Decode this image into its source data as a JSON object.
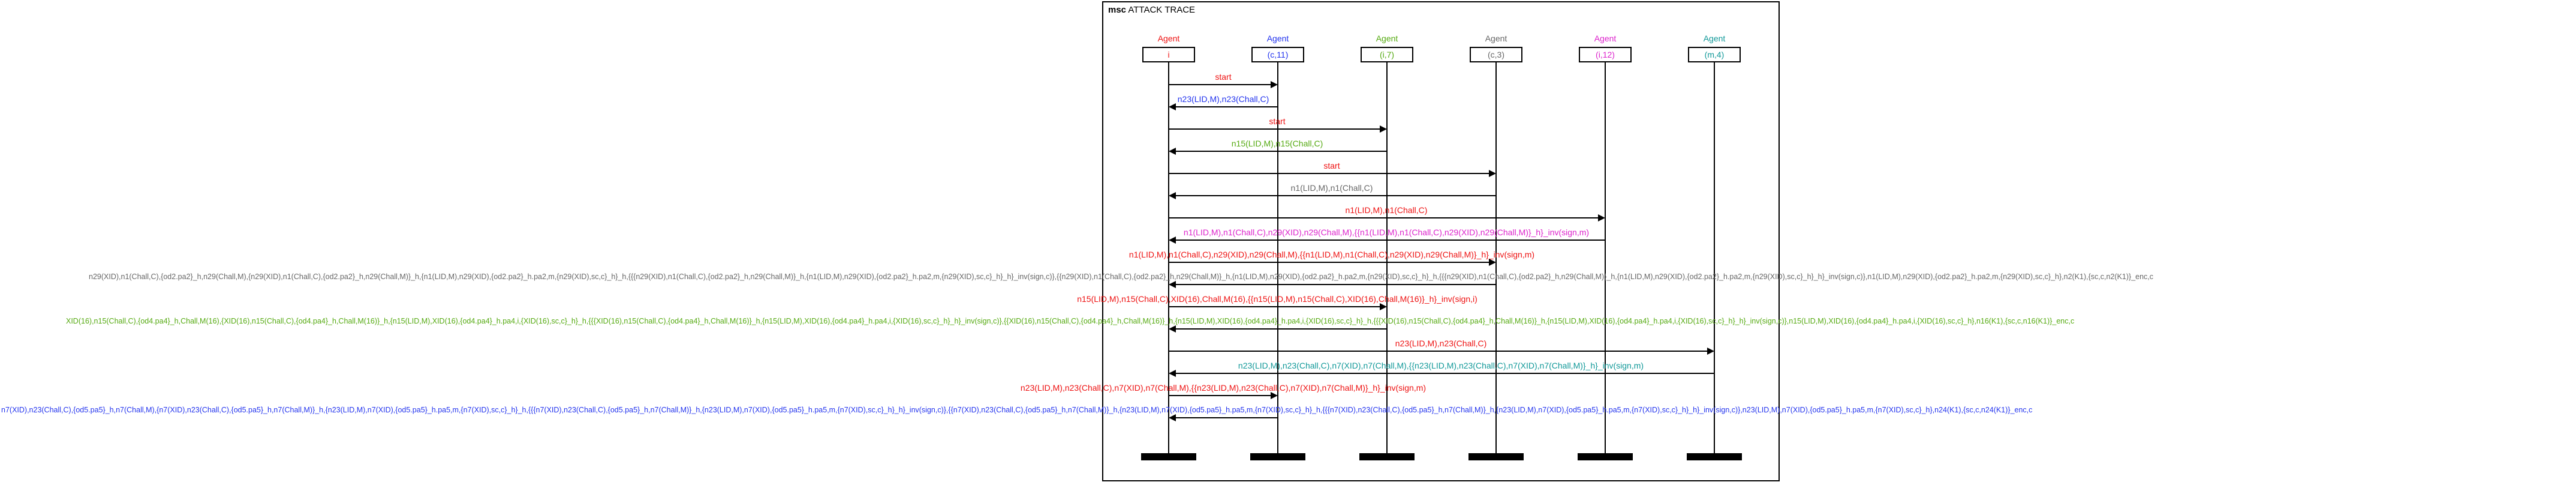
{
  "title_bold": "msc",
  "title_rest": " ATTACK TRACE",
  "agents": [
    {
      "role": "Agent",
      "name": "i",
      "color": "#e11"
    },
    {
      "role": "Agent",
      "name": "(c,11)",
      "color": "#2233ee"
    },
    {
      "role": "Agent",
      "name": "(i,7)",
      "color": "#55aa11"
    },
    {
      "role": "Agent",
      "name": "(c,3)",
      "color": "#666666"
    },
    {
      "role": "Agent",
      "name": "(i,12)",
      "color": "#dd22cc"
    },
    {
      "role": "Agent",
      "name": "(m,4)",
      "color": "#119999"
    }
  ],
  "messages": [
    {
      "text": "start",
      "color": "#e11"
    },
    {
      "text": "n23(LID,M),n23(Chall,C)",
      "color": "#2233ee"
    },
    {
      "text": "start",
      "color": "#e11"
    },
    {
      "text": "n15(LID,M),n15(Chall,C)",
      "color": "#55aa11"
    },
    {
      "text": "start",
      "color": "#e11"
    },
    {
      "text": "n1(LID,M),n1(Chall,C)",
      "color": "#666666"
    },
    {
      "text": "n1(LID,M),n1(Chall,C)",
      "color": "#e11"
    },
    {
      "text": "n1(LID,M),n1(Chall,C),n29(XID),n29(Chall,M),{{n1(LID,M),n1(Chall,C),n29(XID),n29(Chall,M)}_h}_inv(sign,m)",
      "color": "#dd22cc"
    },
    {
      "text": "n1(LID,M),n1(Chall,C),n29(XID),n29(Chall,M),{{n1(LID,M),n1(Chall,C),n29(XID),n29(Chall,M)}_h}_inv(sign,m)",
      "color": "#e11"
    },
    {
      "text": "n29(XID),n1(Chall,C),{od2.pa2}_h,n29(Chall,M),{n29(XID),n1(Chall,C),{od2.pa2}_h,n29(Chall,M)}_h,{n1(LID,M),n29(XID),{od2.pa2}_h.pa2,m,{n29(XID),sc,c}_h}_h,{{{n29(XID),n1(Chall,C),{od2.pa2}_h,n29(Chall,M)}_h,{n1(LID,M),n29(XID),{od2.pa2}_h.pa2,m,{n29(XID),sc,c}_h}_h}_inv(sign,c)},{{n29(XID),n1(Chall,C),{od2.pa2}_h,n29(Chall,M)}_h,{n1(LID,M),n29(XID),{od2.pa2}_h.pa2,m,{n29(XID),sc,c}_h}_h,{{{n29(XID),n1(Chall,C),{od2.pa2}_h,n29(Chall,M)}_h,{n1(LID,M),n29(XID),{od2.pa2}_h.pa2,m,{n29(XID),sc,c}_h}_h}_inv(sign,c)},n1(LID,M),n29(XID),{od2.pa2}_h.pa2,m,{n29(XID),sc,c}_h},n2(K1),{sc,c,n2(K1)}_enc,c",
      "color": "#666666"
    },
    {
      "text": "n15(LID,M),n15(Chall,C),XID(16),Chall,M(16),{{n15(LID,M),n15(Chall,C),XID(16),Chall,M(16)}_h}_inv(sign,i)",
      "color": "#e11"
    },
    {
      "text": "XID(16),n15(Chall,C),{od4.pa4}_h,Chall,M(16),{XID(16),n15(Chall,C),{od4.pa4}_h,Chall,M(16)}_h,{n15(LID,M),XID(16),{od4.pa4}_h.pa4,i,{XID(16),sc,c}_h}_h,{{{XID(16),n15(Chall,C),{od4.pa4}_h,Chall,M(16)}_h,{n15(LID,M),XID(16),{od4.pa4}_h.pa4,i,{XID(16),sc,c}_h}_h}_inv(sign,c)},{{XID(16),n15(Chall,C),{od4.pa4}_h,Chall,M(16)}_h,{n15(LID,M),XID(16),{od4.pa4}_h.pa4,i,{XID(16),sc,c}_h}_h,{{{XID(16),n15(Chall,C),{od4.pa4}_h,Chall,M(16)}_h,{n15(LID,M),XID(16),{od4.pa4}_h.pa4,i,{XID(16),sc,c}_h}_h}_inv(sign,c)},n15(LID,M),XID(16),{od4.pa4}_h.pa4,i,{XID(16),sc,c}_h},n16(K1),{sc,c,n16(K1)}_enc,c",
      "color": "#55aa11"
    },
    {
      "text": "n23(LID,M),n23(Chall,C)",
      "color": "#e11"
    },
    {
      "text": "n23(LID,M),n23(Chall,C),n7(XID),n7(Chall,M),{{n23(LID,M),n23(Chall,C),n7(XID),n7(Chall,M)}_h}_inv(sign,m)",
      "color": "#119999"
    },
    {
      "text": "n23(LID,M),n23(Chall,C),n7(XID),n7(Chall,M),{{n23(LID,M),n23(Chall,C),n7(XID),n7(Chall,M)}_h}_inv(sign,m)",
      "color": "#e11"
    },
    {
      "text": "n7(XID),n23(Chall,C),{od5.pa5}_h,n7(Chall,M),{n7(XID),n23(Chall,C),{od5.pa5}_h,n7(Chall,M)}_h,{n23(LID,M),n7(XID),{od5.pa5}_h.pa5,m,{n7(XID),sc,c}_h}_h,{{{n7(XID),n23(Chall,C),{od5.pa5}_h,n7(Chall,M)}_h,{n23(LID,M),n7(XID),{od5.pa5}_h.pa5,m,{n7(XID),sc,c}_h}_h}_inv(sign,c)},{{n7(XID),n23(Chall,C),{od5.pa5}_h,n7(Chall,M)}_h,{n23(LID,M),n7(XID),{od5.pa5}_h.pa5,m,{n7(XID),sc,c}_h}_h,{{{n7(XID),n23(Chall,C),{od5.pa5}_h,n7(Chall,M)}_h,{n23(LID,M),n7(XID),{od5.pa5}_h.pa5,m,{n7(XID),sc,c}_h}_h}_inv(sign,c)},n23(LID,M),n7(XID),{od5.pa5}_h.pa5,m,{n7(XID),sc,c}_h},n24(K1),{sc,c,n24(K1)}_enc,c",
      "color": "#2233ee"
    }
  ]
}
